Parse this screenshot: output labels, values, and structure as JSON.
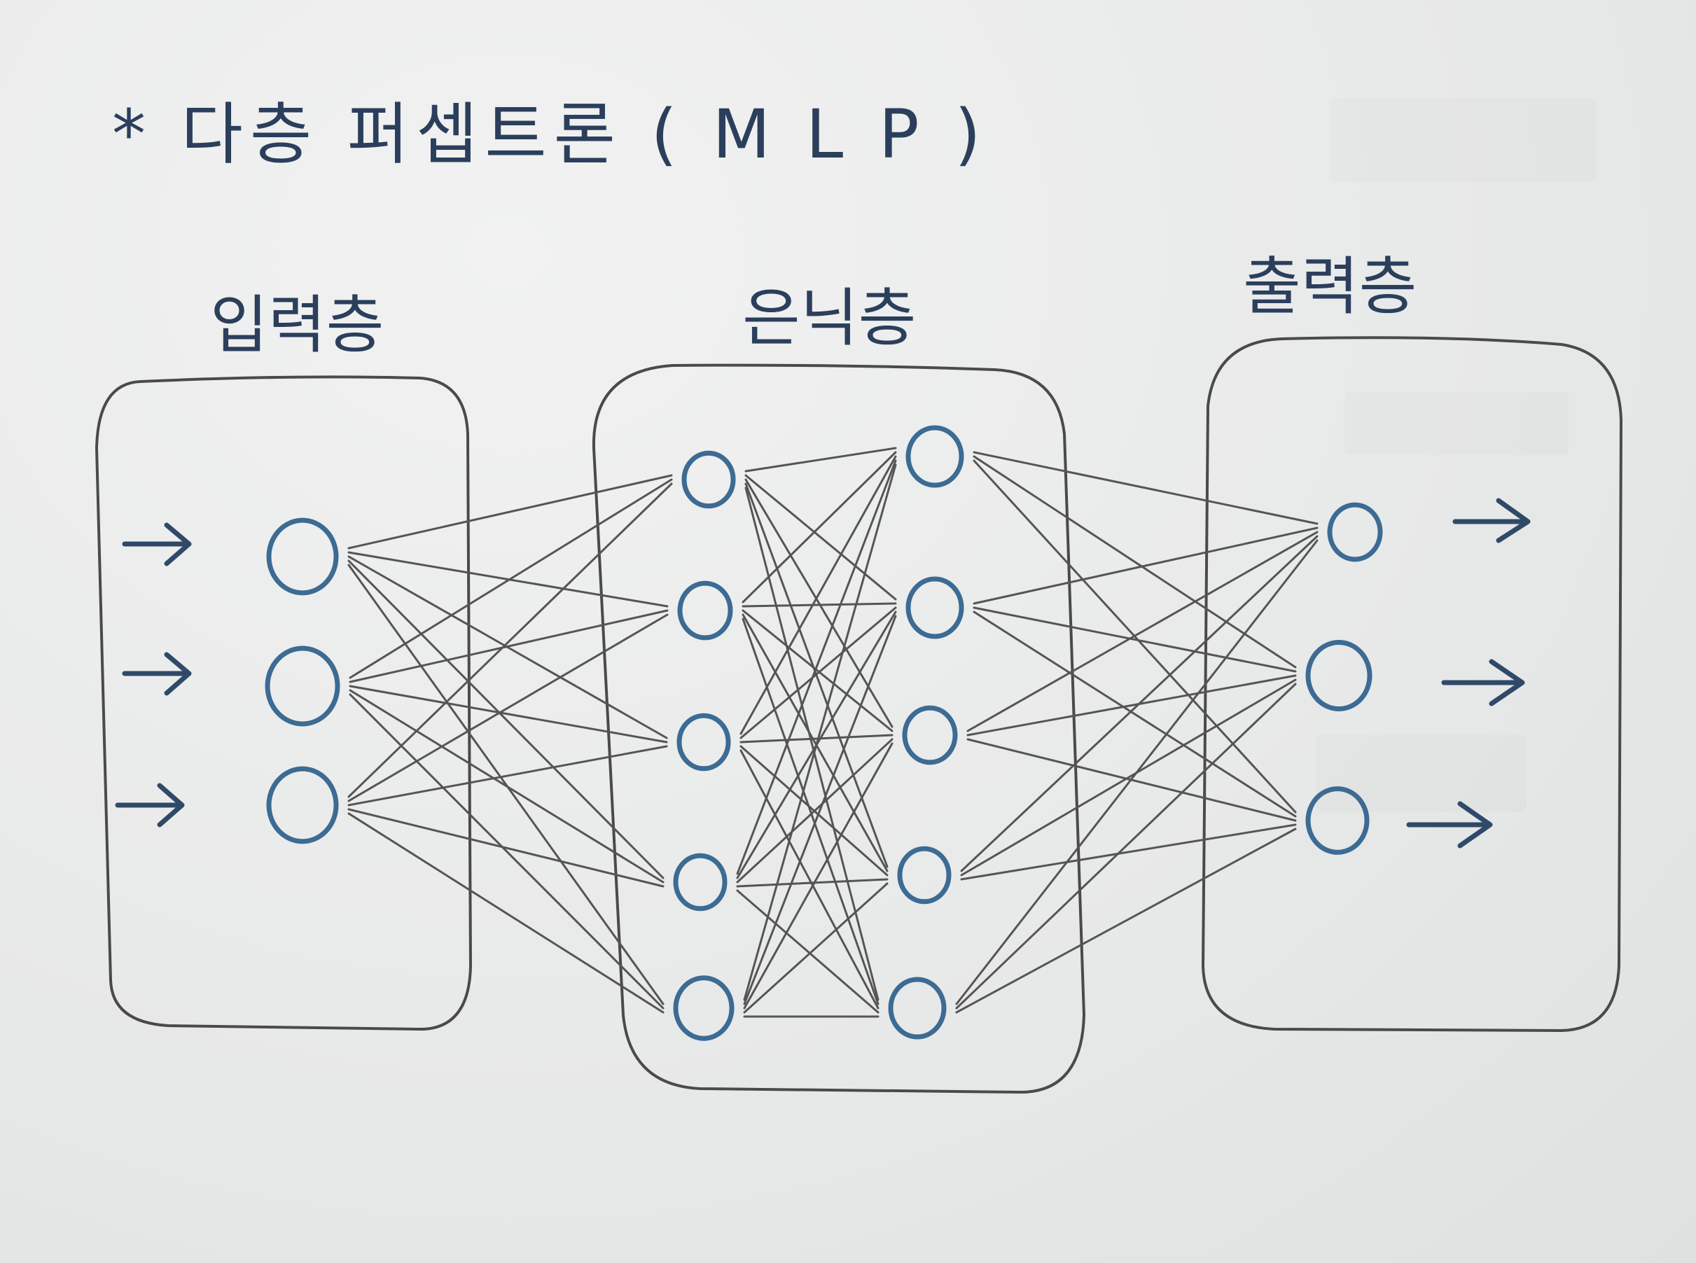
{
  "title": "* 다층 퍼셉트론 ( M L P )",
  "layers": {
    "input_label": "입력층",
    "hidden_label": "은닉층",
    "output_label": "출력층"
  },
  "structure": {
    "input_nodes": 3,
    "hidden_layer_1_nodes": 5,
    "hidden_layer_2_nodes": 5,
    "output_nodes": 3
  },
  "colors": {
    "ink_title": "#2b3f5c",
    "ink_nodes": "#3c6b93",
    "pencil": "#555555"
  }
}
